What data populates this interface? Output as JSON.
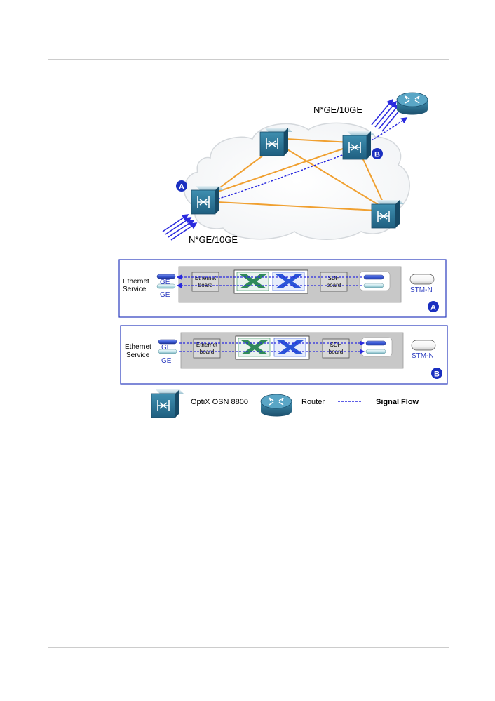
{
  "network": {
    "label_top": "N*GE/10GE",
    "label_bottom": "N*GE/10GE",
    "marker_a": "A",
    "marker_b": "B"
  },
  "panel_a": {
    "service_line1": "Ethernet",
    "service_line2": "Service",
    "port1": "GE",
    "port2": "GE",
    "eth_board_line1": "Ethernet",
    "eth_board_line2": "board",
    "sdh_board_line1": "SDH",
    "sdh_board_line2": "board",
    "stm": "STM-N",
    "marker": "A"
  },
  "panel_b": {
    "service_line1": "Ethernet",
    "service_line2": "Service",
    "port1": "GE",
    "port2": "GE",
    "eth_board_line1": "Ethernet",
    "eth_board_line2": "board",
    "sdh_board_line1": "SDH",
    "sdh_board_line2": "board",
    "stm": "STM-N",
    "marker": "B"
  },
  "legend": {
    "osn_label": "OptiX OSN 8800",
    "router_label": "Router",
    "signal_flow_label": "Signal Flow"
  },
  "colors": {
    "rule": "#9a9a9a",
    "fiber": "#f0a030",
    "signal": "#2a2adf",
    "marker": "#1a2fc0",
    "panel_border": "#2a3bbf",
    "board_bg": "#c8c8c8",
    "cross_green": "#2f8a5a",
    "cross_blue": "#2a55d8",
    "port_blue": "#3a5ad8",
    "port_light": "#bfe4ea"
  }
}
